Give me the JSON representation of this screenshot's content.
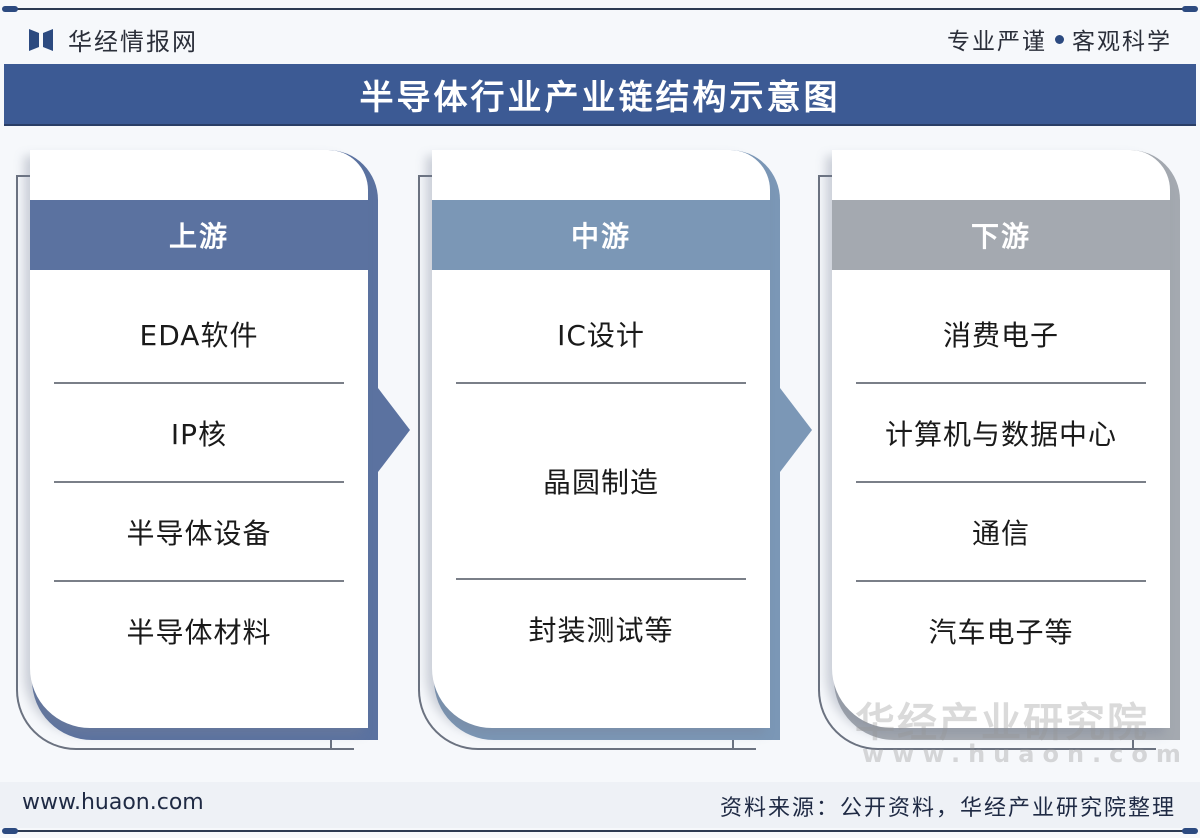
{
  "header": {
    "brand_name": "华经情报网",
    "slogan_left": "专业严谨",
    "slogan_right": "客观科学",
    "title": "半导体行业产业链结构示意图"
  },
  "colors": {
    "title_bar": "#3c5a94",
    "upstream": "#5b72a0",
    "midstream": "#7b97b6",
    "downstream": "#a4a9b0"
  },
  "columns": [
    {
      "label": "上游",
      "items": [
        "EDA软件",
        "IP核",
        "半导体设备",
        "半导体材料"
      ]
    },
    {
      "label": "中游",
      "items": [
        "IC设计",
        "晶圆制造",
        "封装测试等"
      ]
    },
    {
      "label": "下游",
      "items": [
        "消费电子",
        "计算机与数据中心",
        "通信",
        "汽车电子等"
      ]
    }
  ],
  "watermark": {
    "cn": "华经产业研究院",
    "url": "www.huaon.com"
  },
  "footer": {
    "url": "www.huaon.com",
    "source": "资料来源：公开资料，华经产业研究院整理"
  }
}
